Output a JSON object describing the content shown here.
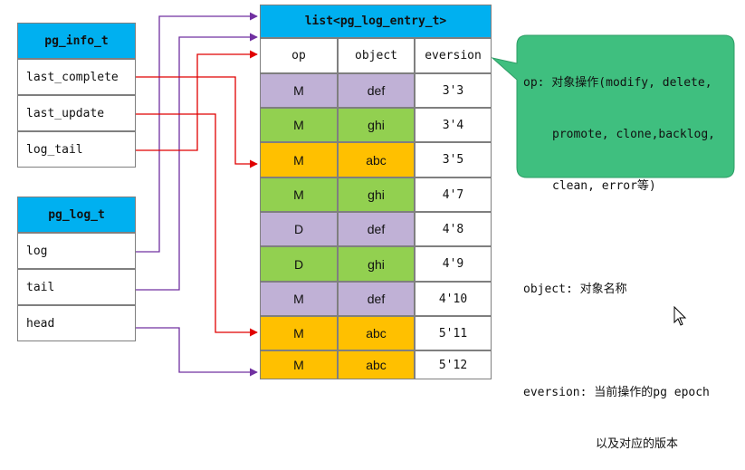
{
  "colors": {
    "header": "#00b0f0",
    "purple_row": "#c0b1d6",
    "green_row": "#92d050",
    "orange_row": "#ffc000",
    "note_fill": "#3fbf7f",
    "arrow_purple": "#7030a0",
    "arrow_red": "#e00000"
  },
  "pg_info": {
    "title": "pg_info_t",
    "fields": [
      "last_complete",
      "last_update",
      "log_tail"
    ]
  },
  "pg_log": {
    "title": "pg_log_t",
    "fields": [
      "log",
      "tail",
      "head"
    ]
  },
  "list": {
    "title": "list<pg_log_entry_t>",
    "columns": [
      "op",
      "object",
      "eversion"
    ],
    "rows": [
      {
        "op": "M",
        "object": "def",
        "eversion": "3'3",
        "color": "purple"
      },
      {
        "op": "M",
        "object": "ghi",
        "eversion": "3'4",
        "color": "green"
      },
      {
        "op": "M",
        "object": "abc",
        "eversion": "3'5",
        "color": "orange"
      },
      {
        "op": "M",
        "object": "ghi",
        "eversion": "4'7",
        "color": "green"
      },
      {
        "op": "D",
        "object": "def",
        "eversion": "4'8",
        "color": "purple"
      },
      {
        "op": "D",
        "object": "ghi",
        "eversion": "4'9",
        "color": "green"
      },
      {
        "op": "M",
        "object": "def",
        "eversion": "4'10",
        "color": "purple"
      },
      {
        "op": "M",
        "object": "abc",
        "eversion": "5'11",
        "color": "orange"
      },
      {
        "op": "M",
        "object": "abc",
        "eversion": "5'12",
        "color": "orange"
      }
    ]
  },
  "note": {
    "op_line1": "op: 对象操作(modify, delete,",
    "op_line2": "promote, clone,backlog,",
    "op_line3": "clean, error等)",
    "object_line": "object: 对象名称",
    "eversion_line1": "eversion: 当前操作的pg epoch",
    "eversion_line2": "以及对应的版本"
  },
  "arrows": [
    {
      "from": "pg_info.last_complete",
      "to_row": 2,
      "color": "red"
    },
    {
      "from": "pg_info.last_update",
      "to_row": 7,
      "color": "red"
    },
    {
      "from": "pg_info.log_tail",
      "to": "list.columns",
      "color": "red"
    },
    {
      "from": "pg_log.log",
      "to": "list.title",
      "color": "purple"
    },
    {
      "from": "pg_log.tail",
      "to": "list.title",
      "color": "purple"
    },
    {
      "from": "pg_log.head",
      "to_row": 8,
      "color": "purple"
    }
  ]
}
